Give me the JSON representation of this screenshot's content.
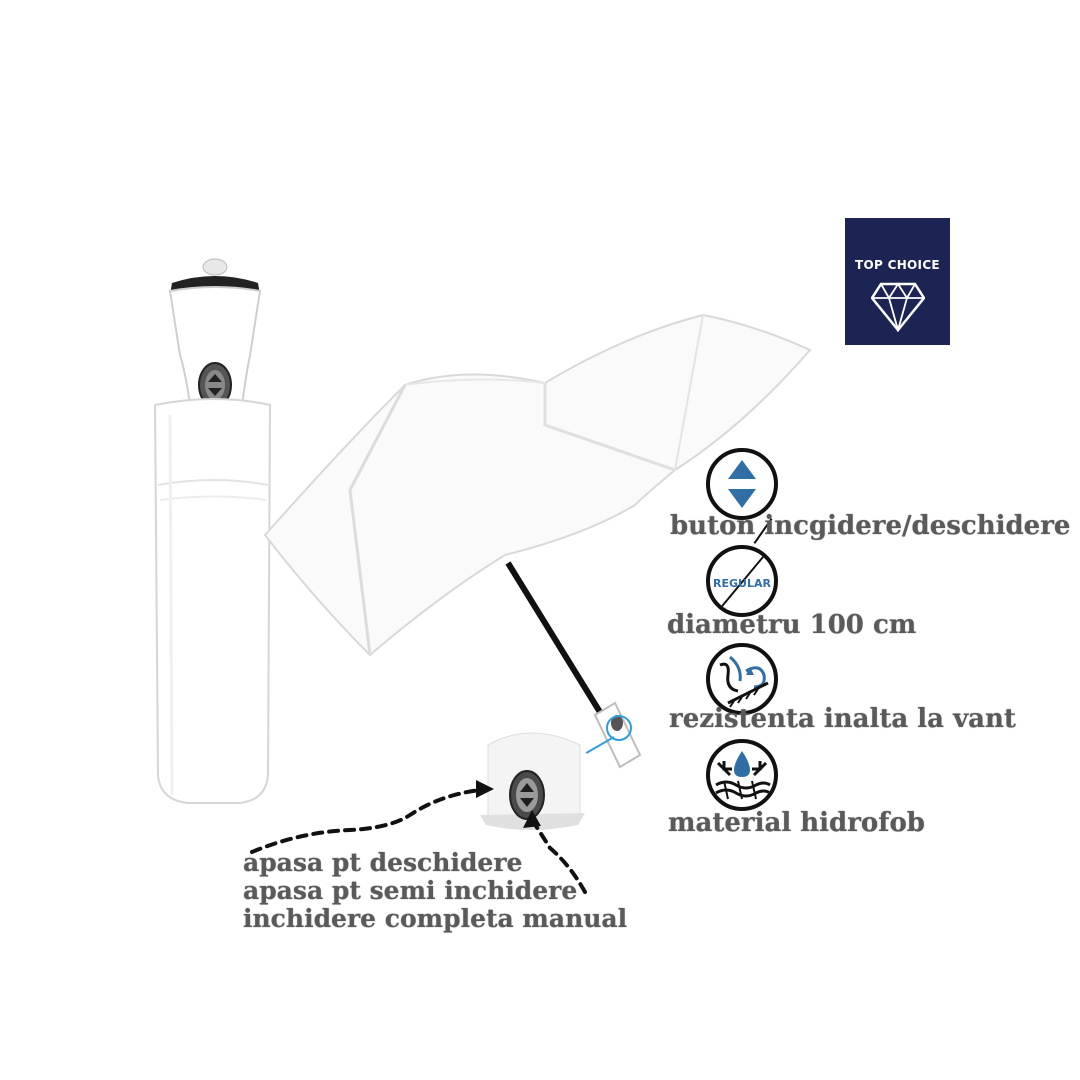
{
  "badge": {
    "label": "TOP CHOICE",
    "color": "#1b2453"
  },
  "features": [
    {
      "icon": "open-close-arrows-icon",
      "label": "buton incgidere/deschidere"
    },
    {
      "icon": "regular-size-icon",
      "icon_text": "REGULAR",
      "label": "diametru 100 cm"
    },
    {
      "icon": "wind-resistance-icon",
      "label": "rezistenta inalta la vant"
    },
    {
      "icon": "water-drop-fabric-icon",
      "label": "material hidrofob"
    }
  ],
  "button_notes": [
    "apasa pt deschidere",
    "apasa pt semi inchidere",
    "inchidere completa manual"
  ],
  "accent_blue": "#2f6fa6"
}
